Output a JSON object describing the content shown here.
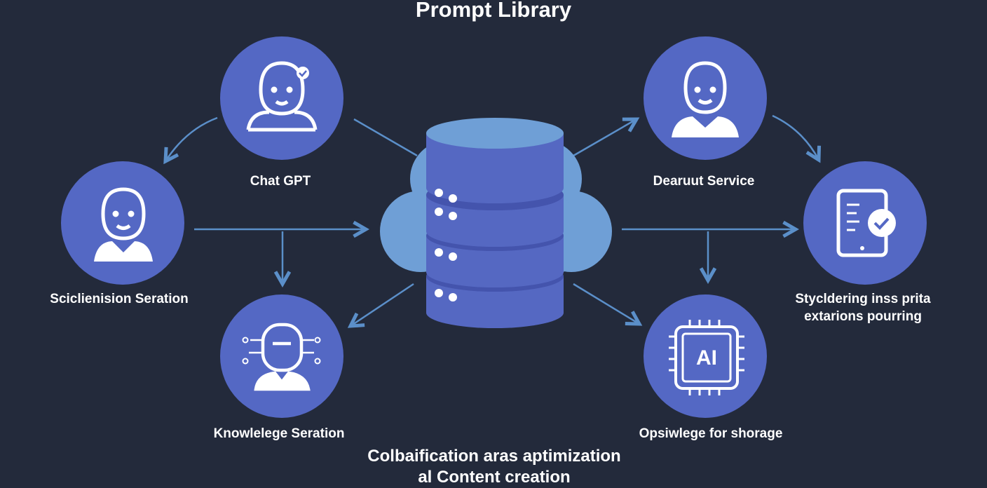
{
  "title": "Prompt Library",
  "nodes": [
    {
      "id": "chatgpt",
      "label": "Chat GPT",
      "icon": "person-check-icon"
    },
    {
      "id": "scicl",
      "label": "Sciclienision Seration",
      "icon": "person-icon"
    },
    {
      "id": "knowledge",
      "label": "Knowlelege Seration",
      "icon": "person-network-icon"
    },
    {
      "id": "dearuut",
      "label": "Dearuut Service",
      "icon": "person-tie-icon"
    },
    {
      "id": "styc",
      "label_lines": [
        "Stycldering inss prita",
        "extarions pourring"
      ],
      "icon": "tablet-check-icon"
    },
    {
      "id": "ai",
      "label": "Opsiwlege for shorage",
      "icon": "ai-chip-icon",
      "icon_text": "AI"
    }
  ],
  "center_icon": "database-cloud-icon",
  "footer_lines": [
    "Colbaification aras aptimization",
    "al Content creation"
  ],
  "colors": {
    "background": "#232a3b",
    "node": "#5468c4",
    "arrow": "#5b8fc9",
    "db": "#5568c2",
    "cloud": "#6f9fd6"
  }
}
